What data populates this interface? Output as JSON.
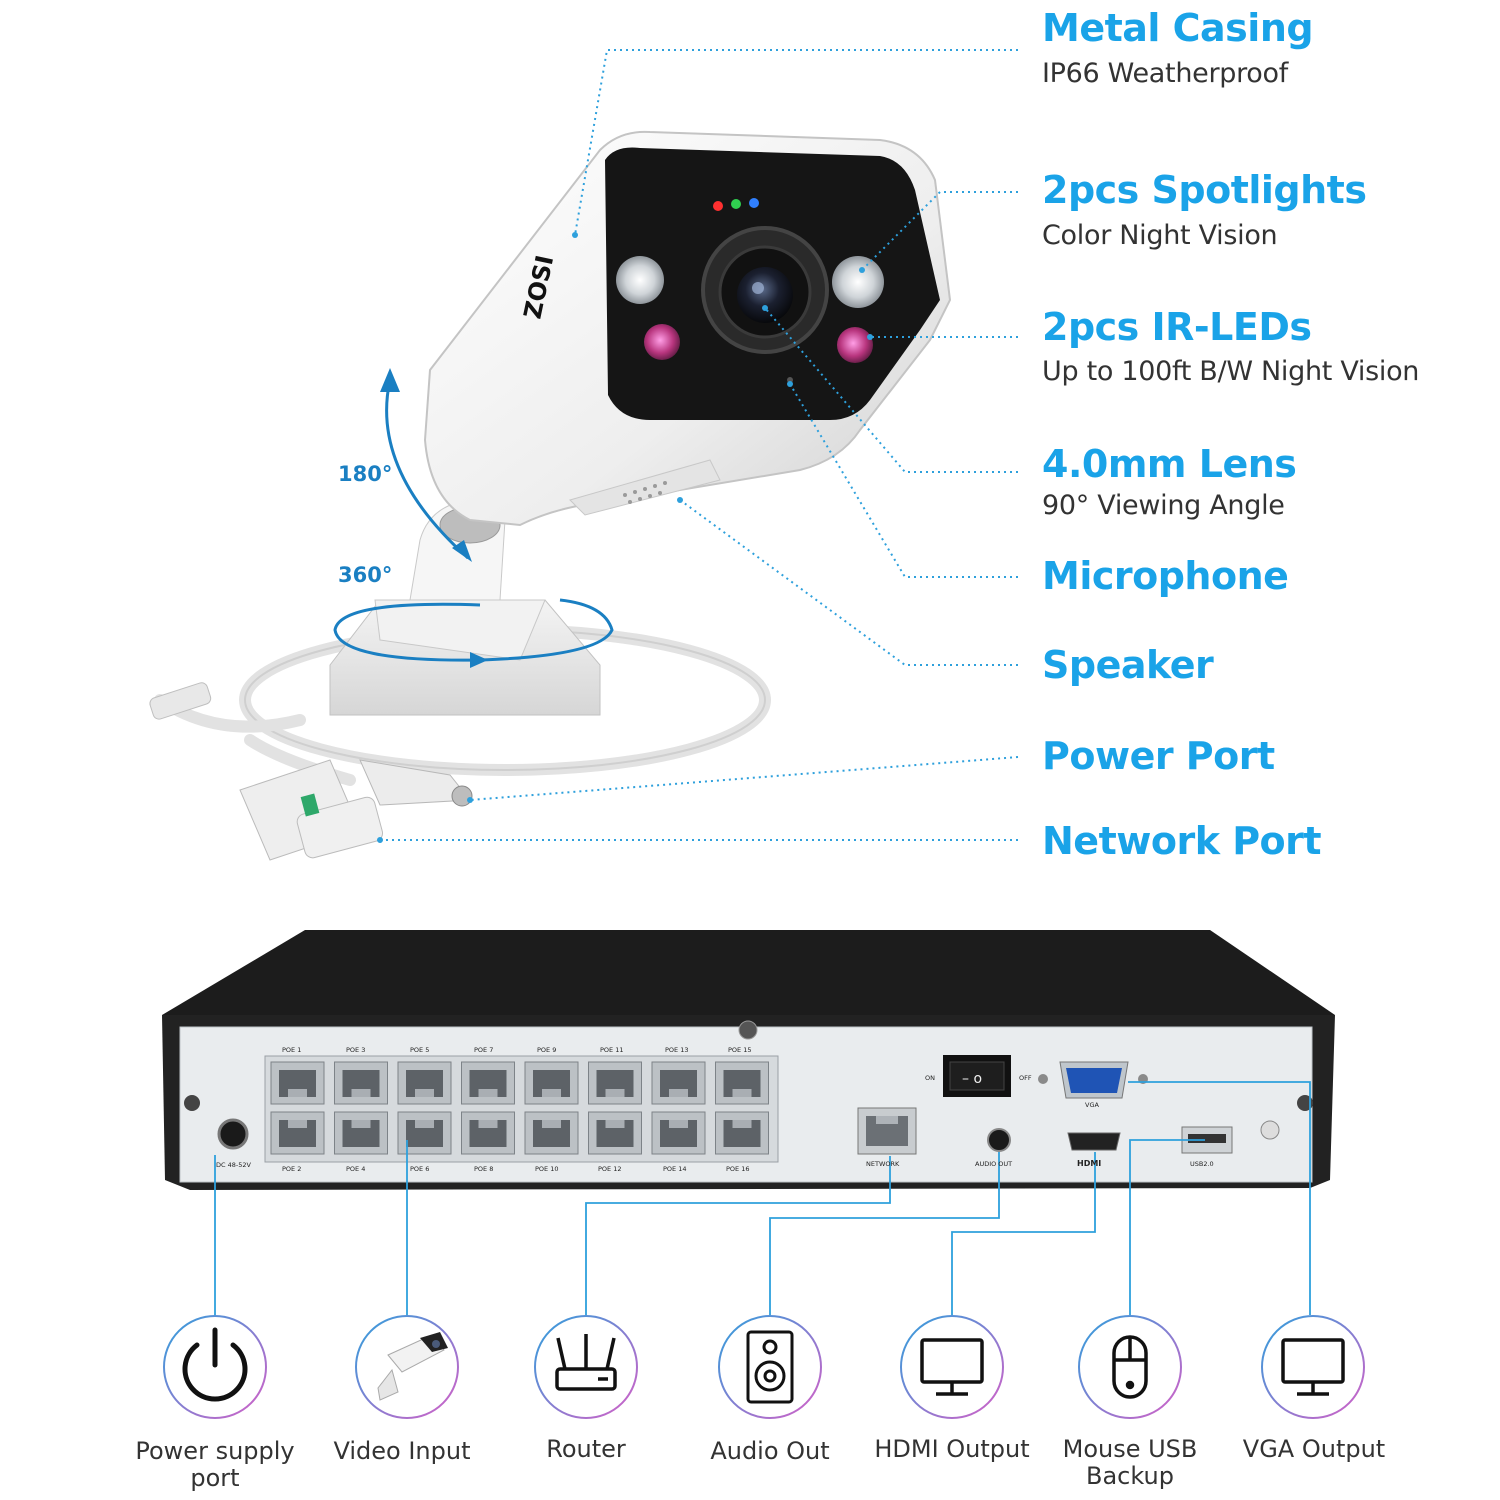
{
  "camera": {
    "brand": "ZOSI",
    "tilt_angle": "180°",
    "pan_angle": "360°"
  },
  "features": [
    {
      "title": "Metal Casing",
      "subtitle": "IP66 Weatherproof"
    },
    {
      "title": "2pcs Spotlights",
      "subtitle": "Color Night Vision"
    },
    {
      "title": "2pcs IR-LEDs",
      "subtitle": "Up to 100ft B/W Night Vision"
    },
    {
      "title": "4.0mm Lens",
      "subtitle": "90° Viewing Angle"
    },
    {
      "title": "Microphone"
    },
    {
      "title": "Speaker"
    },
    {
      "title": "Power Port"
    },
    {
      "title": "Network Port"
    }
  ],
  "nvr": {
    "dc_label": "DC 48-52V",
    "poe_top": [
      "POE 1",
      "POE 3",
      "POE 5",
      "POE 7",
      "POE 9",
      "POE 11",
      "POE 13",
      "POE 15"
    ],
    "poe_bottom": [
      "POE 2",
      "POE 4",
      "POE 6",
      "POE 8",
      "POE 10",
      "POE 12",
      "POE 14",
      "POE 16"
    ],
    "switch_on": "ON",
    "switch_off": "OFF",
    "network_label": "NETWORK",
    "audio_label": "AUDIO OUT",
    "hdmi_label": "HDMI",
    "vga_label": "VGA",
    "usb_label": "USB2.0"
  },
  "connections": [
    {
      "label": "Power supply port",
      "icon": "power-icon"
    },
    {
      "label": "Video Input",
      "icon": "camera-icon"
    },
    {
      "label": "Router",
      "icon": "router-icon"
    },
    {
      "label": "Audio Out",
      "icon": "speaker-icon"
    },
    {
      "label": "HDMI Output",
      "icon": "monitor-icon"
    },
    {
      "label": "Mouse USB Backup",
      "icon": "mouse-icon"
    },
    {
      "label": "VGA Output",
      "icon": "monitor-icon"
    }
  ],
  "colors": {
    "accent_blue": "#1aa3e8",
    "line_blue": "#2ea0dc",
    "nvr_black": "#1c1c1c"
  }
}
